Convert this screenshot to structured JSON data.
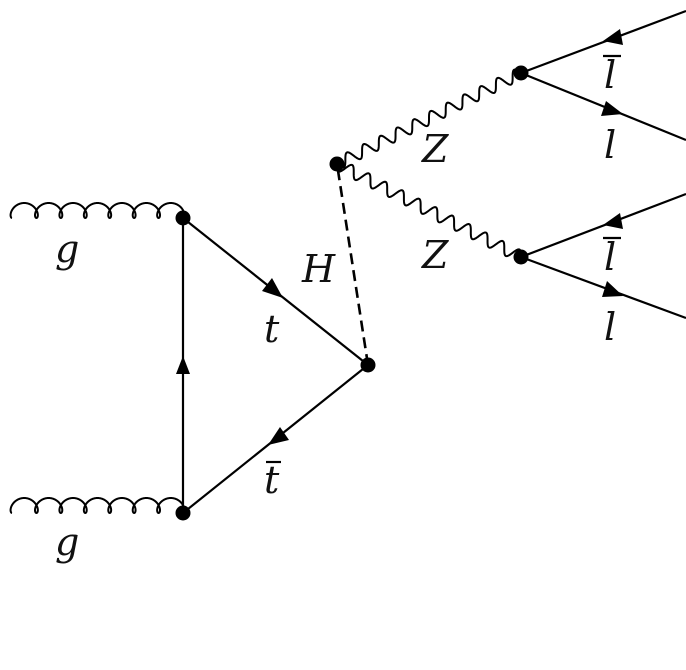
{
  "diagram": {
    "labels": {
      "gluon_top": "g",
      "gluon_bottom": "g",
      "higgs": "H",
      "top": "t",
      "antitop": "t",
      "z_upper": "Z",
      "z_lower": "Z",
      "lepton_bar_upper": "l",
      "lepton_upper": "l",
      "lepton_bar_lower": "l",
      "lepton_lower": "l"
    }
  }
}
